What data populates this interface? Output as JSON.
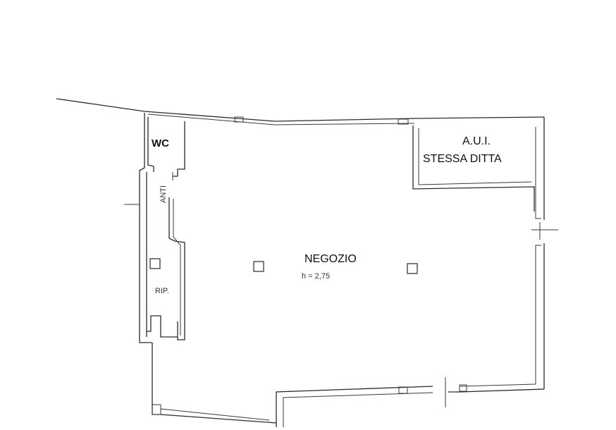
{
  "rooms": {
    "wc": "WC",
    "anti": "ANTI",
    "rip": "RIP.",
    "negozio": "NEGOZIO",
    "height_note": "h = 2,75",
    "aui_line1": "A.U.I.",
    "aui_line2": "STESSA DITTA"
  }
}
